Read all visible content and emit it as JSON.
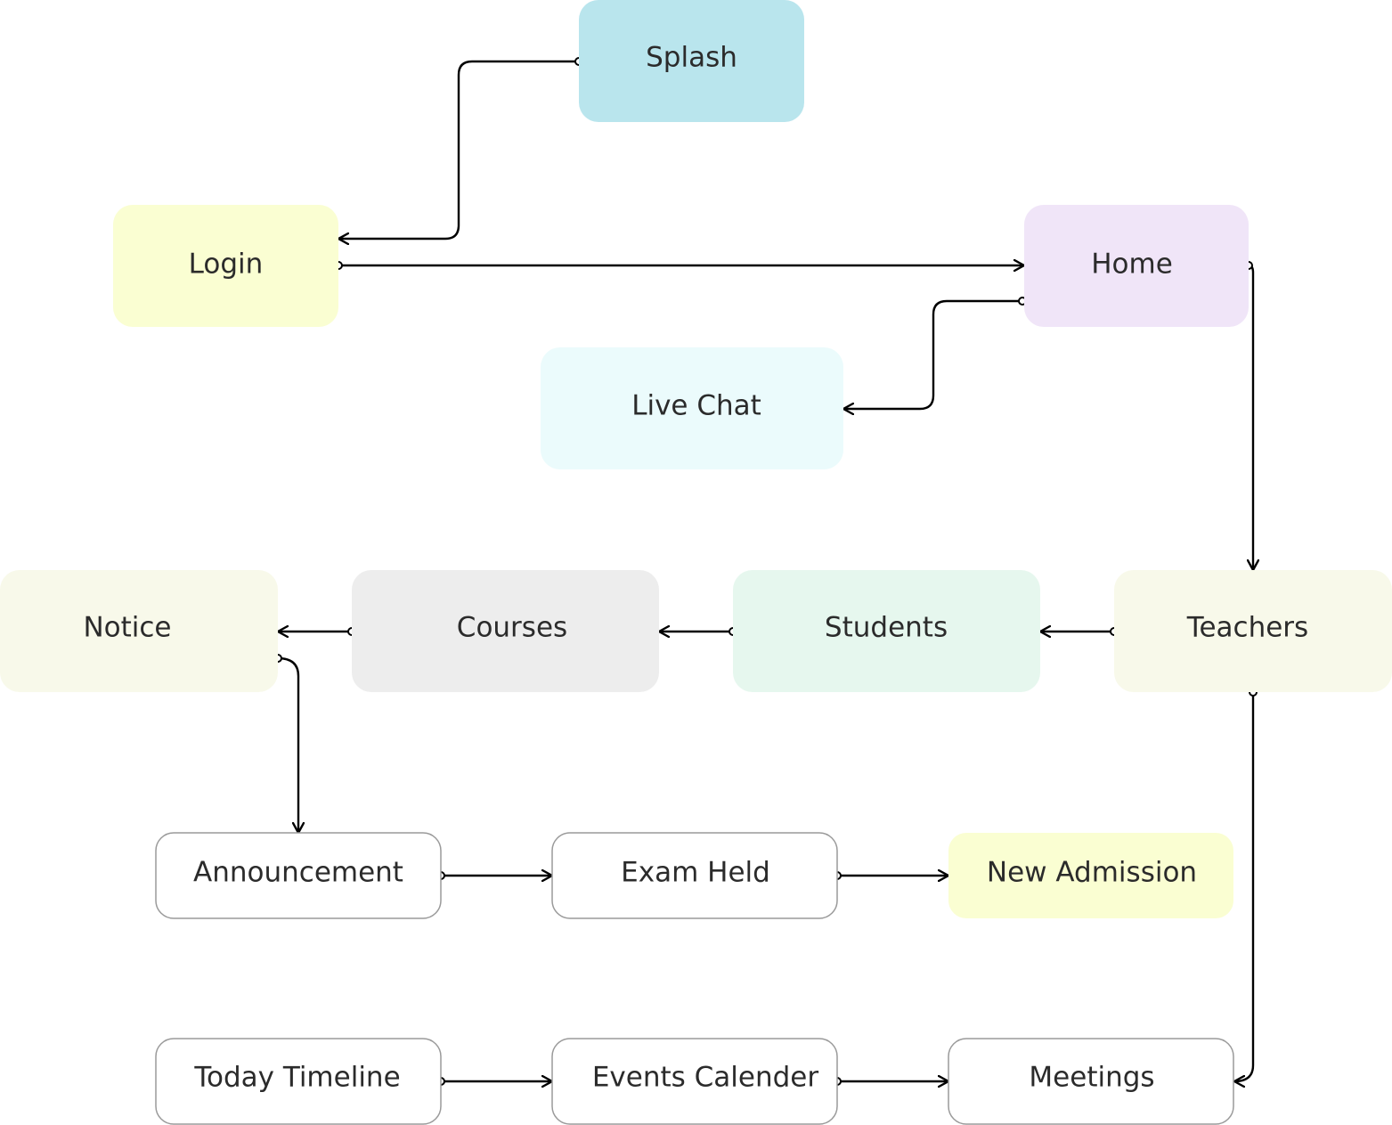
{
  "nodes": {
    "splash": {
      "label": "Splash",
      "fill": "#b9e5ed",
      "stroke": "none"
    },
    "login": {
      "label": "Login",
      "fill": "#fafed2",
      "stroke": "none"
    },
    "home": {
      "label": "Home",
      "fill": "#f0e5f8",
      "stroke": "none"
    },
    "live_chat": {
      "label": "Live Chat",
      "fill": "#ebfbfc",
      "stroke": "none"
    },
    "notice": {
      "label": "Notice",
      "fill": "#f8f9ea",
      "stroke": "none"
    },
    "courses": {
      "label": "Courses",
      "fill": "#ededed",
      "stroke": "none"
    },
    "students": {
      "label": "Students",
      "fill": "#e6f7ee",
      "stroke": "none"
    },
    "teachers": {
      "label": "Teachers",
      "fill": "#f8f9ea",
      "stroke": "none"
    },
    "announcement": {
      "label": "Announcement",
      "fill": "#ffffff",
      "stroke": "#9a9a9a"
    },
    "exam_held": {
      "label": "Exam Held",
      "fill": "#ffffff",
      "stroke": "#9a9a9a"
    },
    "new_admission": {
      "label": "New Admission",
      "fill": "#fafed2",
      "stroke": "none"
    },
    "today_timeline": {
      "label": "Today Timeline",
      "fill": "#ffffff",
      "stroke": "#9a9a9a"
    },
    "events_calender": {
      "label": "Events Calender",
      "fill": "#ffffff",
      "stroke": "#9a9a9a"
    },
    "meetings": {
      "label": "Meetings",
      "fill": "#ffffff",
      "stroke": "#9a9a9a"
    }
  },
  "edges": [
    {
      "from": "splash",
      "to": "login"
    },
    {
      "from": "login",
      "to": "home"
    },
    {
      "from": "home",
      "to": "live_chat"
    },
    {
      "from": "home",
      "to": "teachers"
    },
    {
      "from": "teachers",
      "to": "students"
    },
    {
      "from": "students",
      "to": "courses"
    },
    {
      "from": "courses",
      "to": "notice"
    },
    {
      "from": "notice",
      "to": "announcement"
    },
    {
      "from": "announcement",
      "to": "exam_held"
    },
    {
      "from": "exam_held",
      "to": "new_admission"
    },
    {
      "from": "teachers",
      "to": "meetings"
    },
    {
      "from": "today_timeline",
      "to": "events_calender"
    },
    {
      "from": "events_calender",
      "to": "meetings"
    }
  ],
  "connector_color": "#000000"
}
